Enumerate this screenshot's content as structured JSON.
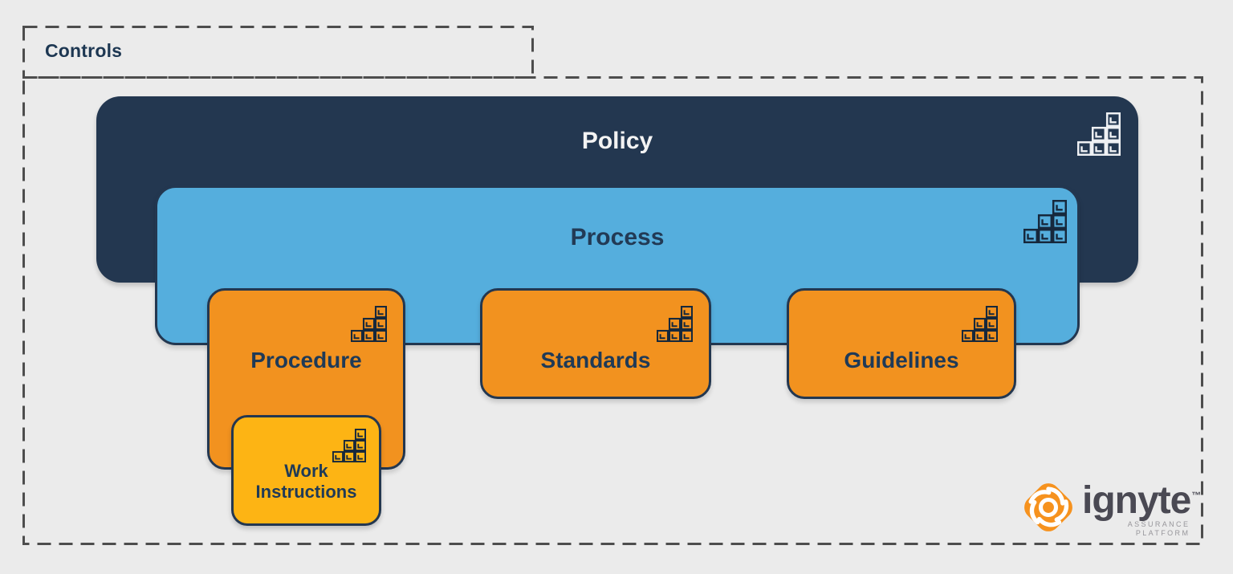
{
  "colors": {
    "background": "#ebebeb",
    "dashed_border": "#4d4d4d",
    "policy_navy": "#233750",
    "process_blue": "#55aedd",
    "box_orange": "#f2921f",
    "work_instructions_yellow": "#fdb414",
    "label_navy": "#1f3a57",
    "policy_label_white": "#f3f3f3",
    "logo_orange": "#f6921e",
    "logo_text_gray": "#4a4953",
    "tagline_gray": "#97969b"
  },
  "diagram": {
    "group_label": "Controls",
    "layers": {
      "policy": {
        "label": "Policy"
      },
      "process": {
        "label": "Process"
      },
      "procedure": {
        "label": "Procedure"
      },
      "standards": {
        "label": "Standards"
      },
      "guidelines": {
        "label": "Guidelines"
      },
      "work_instructions": {
        "label": "Work Instructions"
      }
    },
    "corner_icon": "stacked-blocks"
  },
  "logo": {
    "brand": "ignyte",
    "trademark": "™",
    "tagline_line1": "ASSURANCE",
    "tagline_line2": "PLATFORM"
  }
}
